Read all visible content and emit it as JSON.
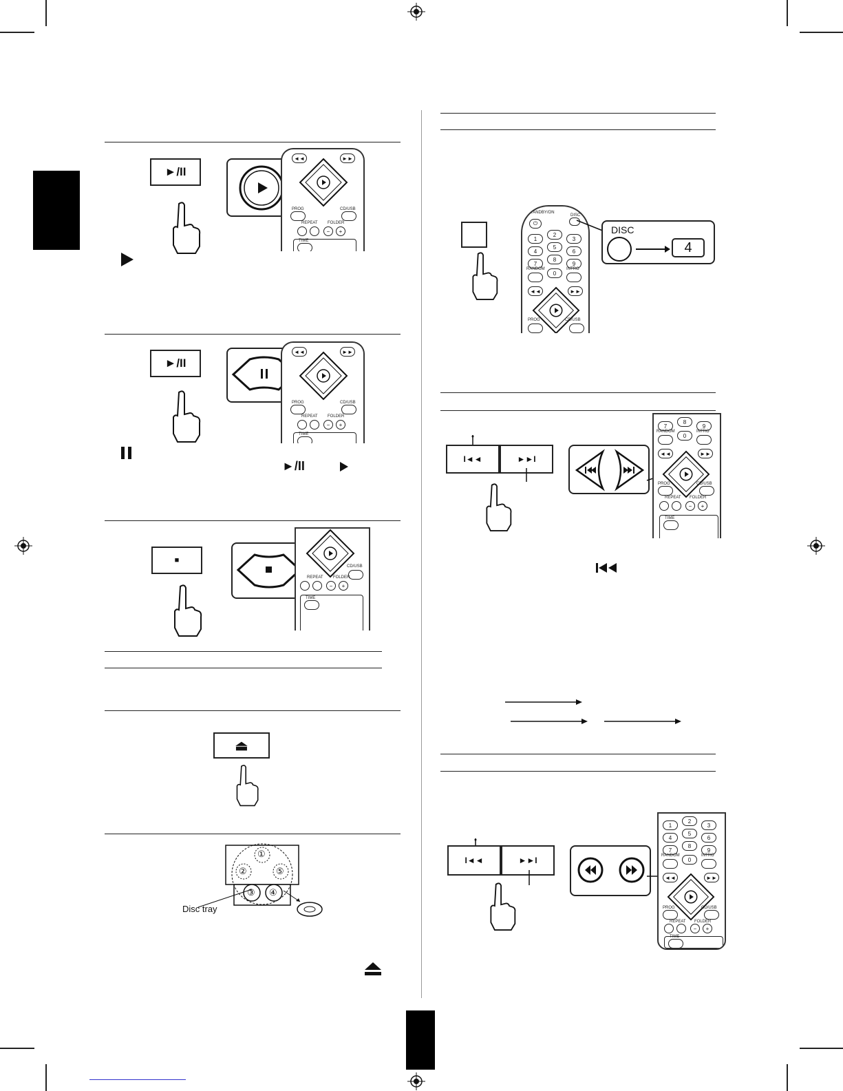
{
  "buttons": {
    "play_pause": "►/II",
    "stop": "■",
    "eject": "⏏",
    "prev": "I◄◄",
    "next": "►►I"
  },
  "remote": {
    "prog": "PROG",
    "cd_usb": "CD/USB",
    "repeat": "REPEAT",
    "folder": "FOLDER",
    "time": "TIME",
    "standby": "STANDBY/ON",
    "disc": "DISC",
    "random": "RANDOM",
    "intro": "INTRO",
    "nums": [
      "1",
      "2",
      "3",
      "4",
      "5",
      "6",
      "7",
      "8",
      "9",
      "0"
    ]
  },
  "disc_panel": {
    "label": "DISC",
    "value": "4"
  },
  "disc_tray": {
    "label": "Disc tray",
    "slots": [
      "①",
      "②",
      "③",
      "④",
      "⑤"
    ]
  }
}
